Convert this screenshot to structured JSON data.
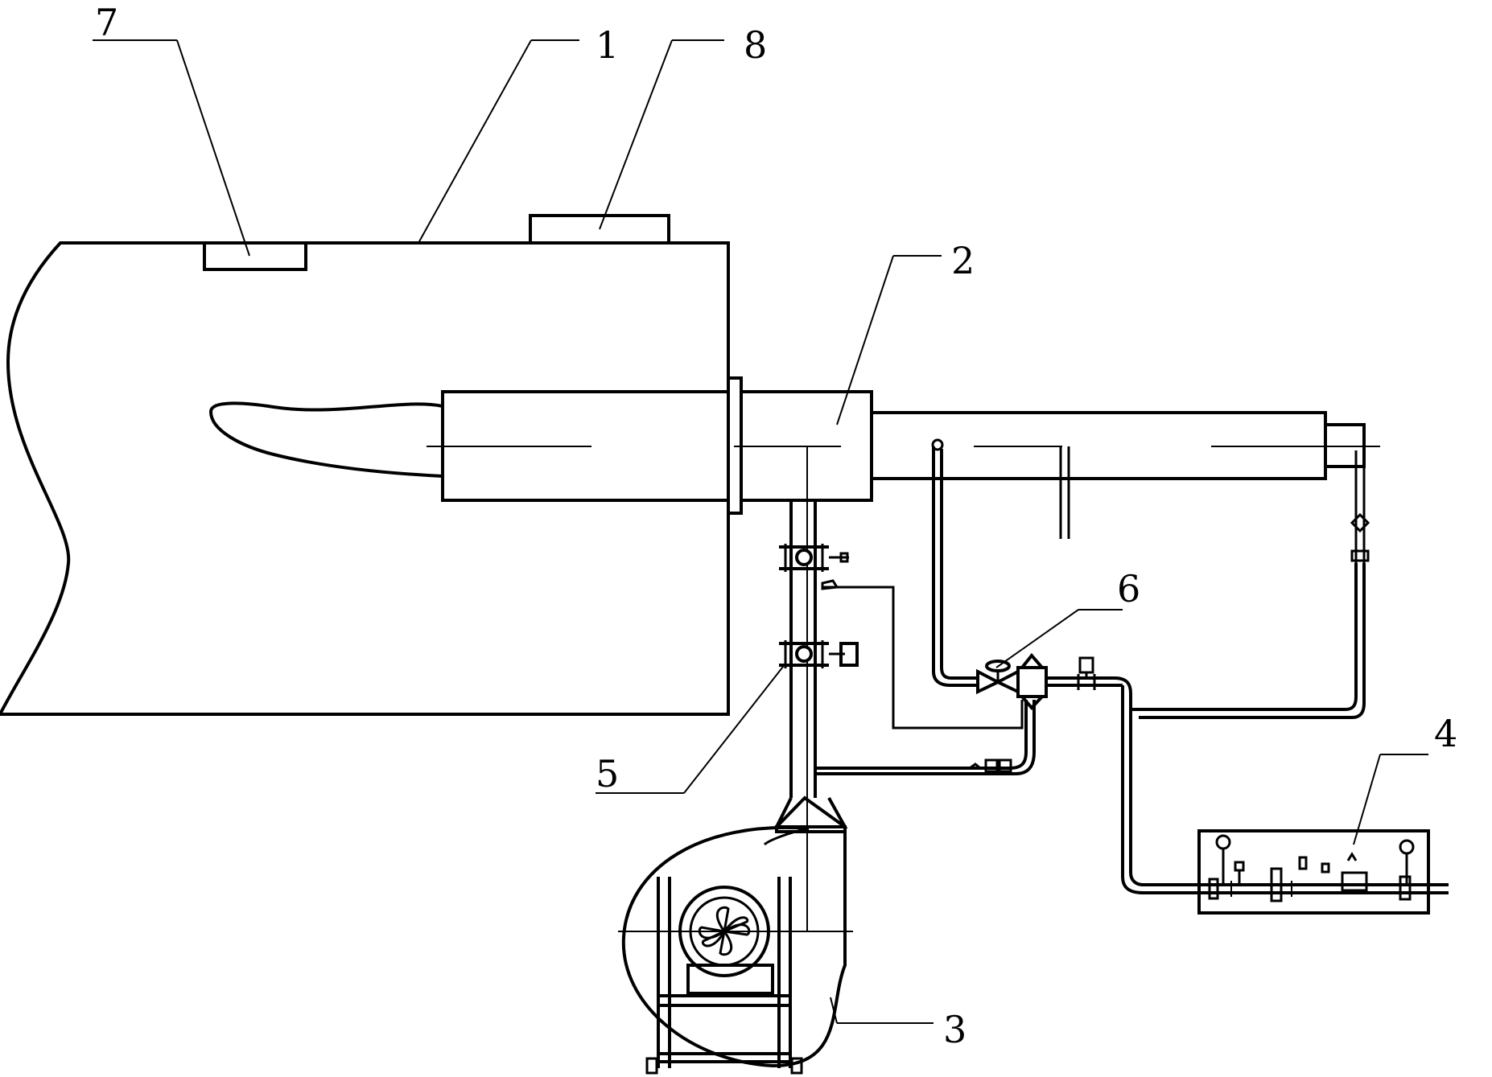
{
  "labels": {
    "furnace": "1",
    "burner": "2",
    "fan": "3",
    "gas_valve_set": "4",
    "air_valve": "5",
    "gas_valve": "6",
    "port_left": "7",
    "port_right": "8"
  }
}
